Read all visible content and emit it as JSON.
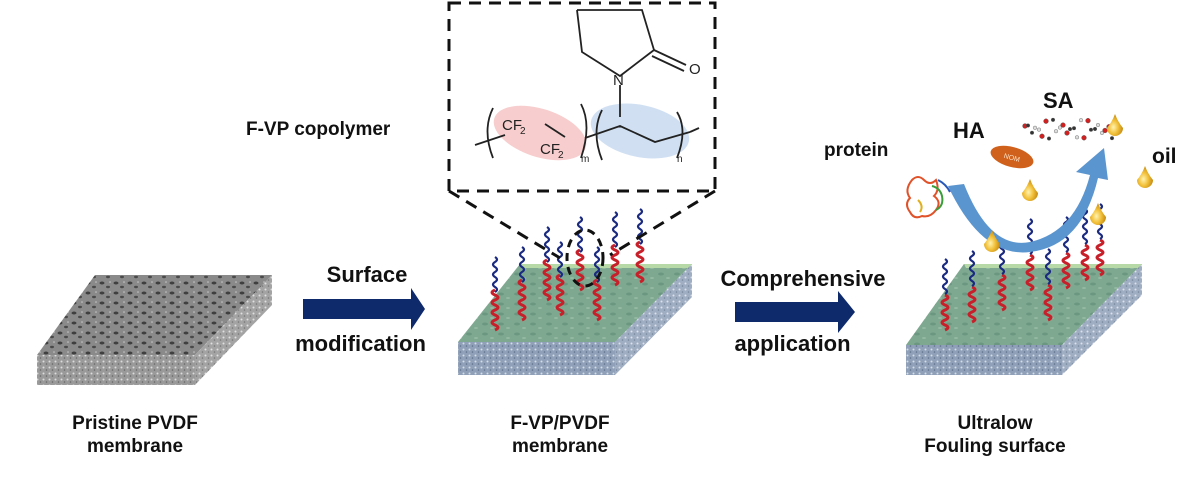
{
  "labels": {
    "copolymer_label": "F-VP copolymer",
    "step1_top": "Surface",
    "step1_bottom": "modification",
    "step2_top": "Comprehensive",
    "step2_bottom": "application",
    "membrane1_line1": "Pristine PVDF",
    "membrane1_line2": "membrane",
    "membrane2_line1": "F-VP/PVDF",
    "membrane2_line2": "membrane",
    "membrane3_line1": "Ultralow",
    "membrane3_line2": "Fouling surface",
    "foulant_protein": "protein",
    "foulant_ha": "HA",
    "foulant_sa": "SA",
    "foulant_oil": "oil",
    "nom_tag": "NOM"
  },
  "chemistry": {
    "cf2_a": "CF",
    "cf2_b": "CF",
    "subscript_2": "2",
    "sub_m": "m",
    "sub_n": "n",
    "nitrogen": "N",
    "oxygen": "O"
  },
  "colors": {
    "arrow_navy": "#0f2a6b",
    "chain_red": "#c8202a",
    "chain_blue": "#1a2a80",
    "membrane_green": "#7fa892",
    "membrane_side": "#8a9cb4",
    "pristine_gray": "#777777",
    "repel_arrow": "#5b95cf",
    "nom_orange": "#d0611c",
    "oil_gold": "#e8b42a",
    "fluoro_pink": "#f4b8b8",
    "vp_blue": "#bcd3ec"
  }
}
